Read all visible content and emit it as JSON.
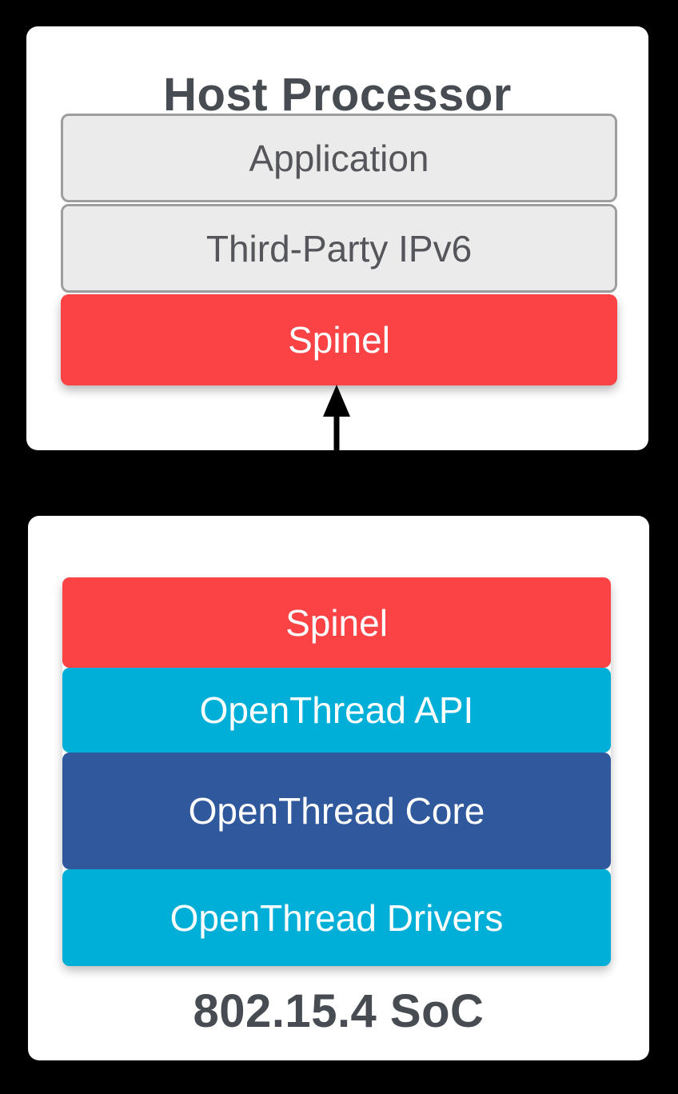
{
  "colors": {
    "background": "#000000",
    "panel": "#ffffff",
    "gray_fill": "#ebebeb",
    "gray_border": "#9e9e9e",
    "red": "#fb4245",
    "cyan": "#00afd8",
    "navy": "#30589c",
    "title_text": "#474b52",
    "gray_layer_text": "#54565b",
    "white_text": "#ffffff",
    "arrow": "#000000"
  },
  "host_box": {
    "title": "Host Processor",
    "layers": [
      {
        "label": "Application"
      },
      {
        "label": "Third-Party IPv6"
      },
      {
        "label": "Spinel"
      }
    ]
  },
  "arrow": {
    "icon": "double-headed-vertical-arrow"
  },
  "soc_box": {
    "title": "802.15.4 SoC",
    "layers": [
      {
        "label": "Spinel"
      },
      {
        "label": "OpenThread API"
      },
      {
        "label": "OpenThread Core"
      },
      {
        "label": "OpenThread Drivers"
      }
    ]
  }
}
